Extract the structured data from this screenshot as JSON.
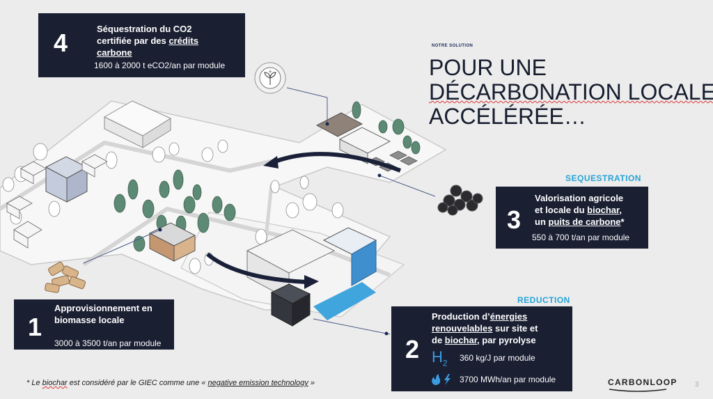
{
  "notre_solution_label": "NOTRE SOLUTION",
  "headline": {
    "line1": "POUR UNE",
    "line2": "DÉCARBONATION LOCALE",
    "line3": "ACCÉLÉRÉE…"
  },
  "box4": {
    "number": "4",
    "title_part1": "Séquestration du CO2",
    "title_part2": "certifiée par des ",
    "title_link": "crédits carbone",
    "metric": "1600 à 2000 t eCO2/an par module"
  },
  "box1": {
    "number": "1",
    "title_line1": "Approvisionnement en",
    "title_line2": "biomasse locale",
    "metric": "3000 à 3500 t/an par module"
  },
  "sequestration_tag": "SEQUESTRATION",
  "box3": {
    "number": "3",
    "title_line1": "Valorisation agricole",
    "title_line2a": "et locale du ",
    "title_line2b": "biochar",
    "title_line2c": ",",
    "title_line3a": "un ",
    "title_line3b": "puits de carbone",
    "title_line3c": "*",
    "metric": "550 à 700 t/an par module"
  },
  "reduction_tag": "REDUCTION",
  "box2": {
    "number": "2",
    "title_line1a": "Production d’",
    "title_line1b": "énergies",
    "title_line2a": "renouvelables",
    "title_line2b": " sur site et",
    "title_line3a": "de ",
    "title_line3b": "biochar",
    "title_line3c": ", par pyrolyse",
    "h2_icon_label": "H",
    "h2_sub": "2",
    "metric_h2": "360 kg/J par module",
    "metric_energy": "3700 MWh/an par module"
  },
  "footnote": {
    "part1": "* Le ",
    "biochar": "biochar",
    "part2": " est considéré par le GIEC comme une « ",
    "net": "negative emission technology",
    "part3": " »"
  },
  "brand": "CARBONLOOP",
  "page_number": "3",
  "colors": {
    "box_bg": "#1a1f32",
    "accent_blue": "#27a3d6",
    "headline": "#161c2e",
    "page_bg": "#ececec"
  }
}
